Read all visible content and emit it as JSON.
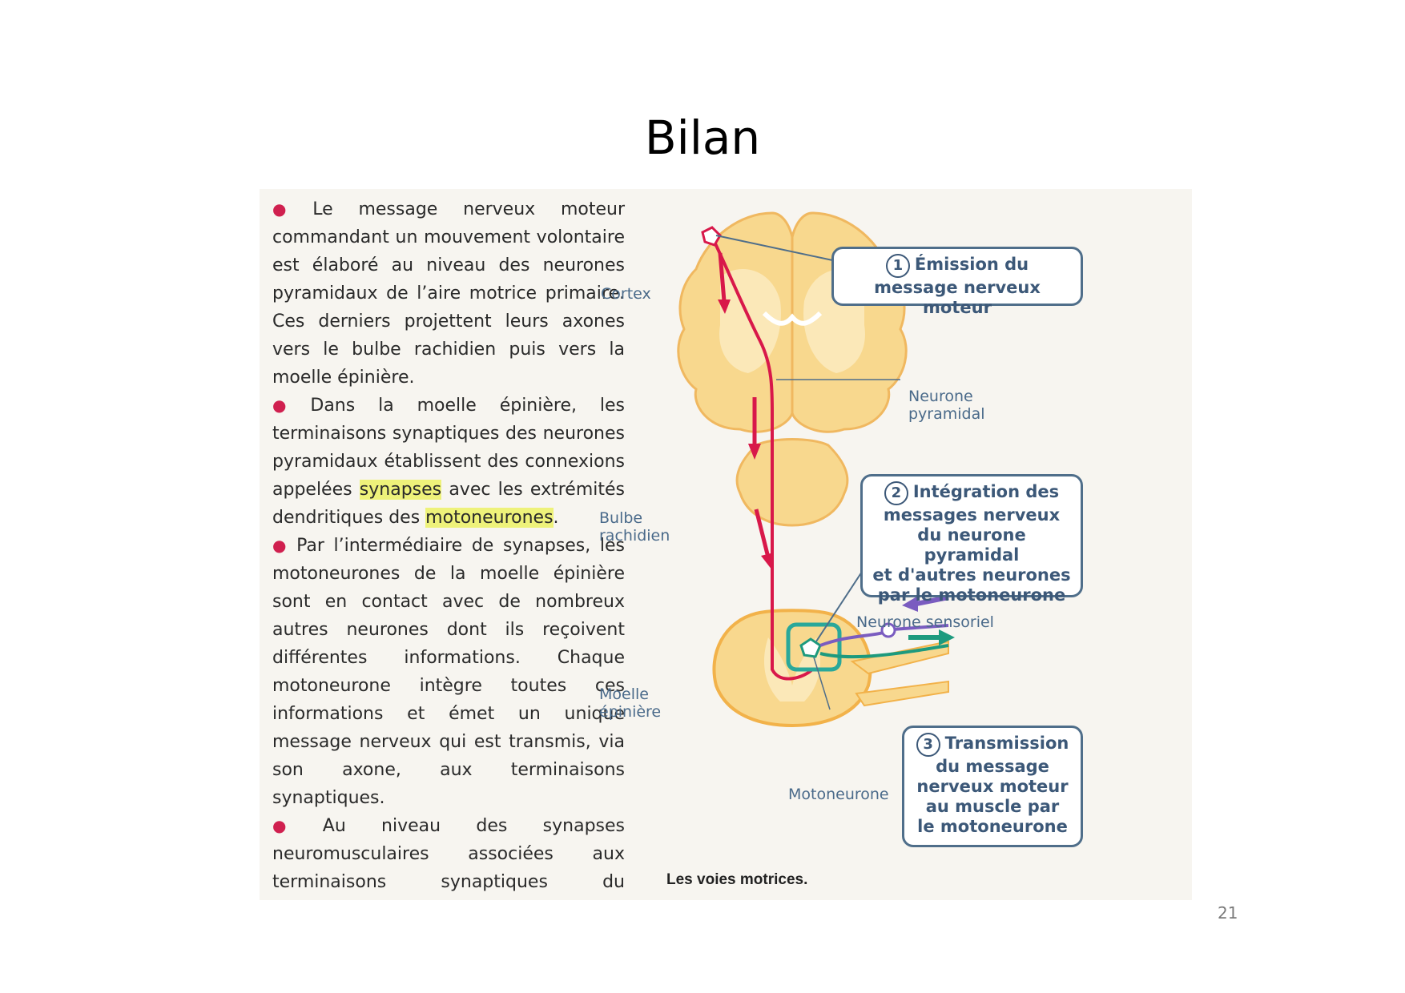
{
  "slide": {
    "title": "Bilan",
    "page_number": "21"
  },
  "text": {
    "p1": "Le message nerveux moteur commandant un mouvement volontaire est élaboré au niveau des neurones pyramidaux de l’aire motrice primaire. Ces derniers projettent leurs axones vers le bulbe rachidien puis vers la moelle épinière.",
    "p2_a": "Dans la moelle épinière, les terminaisons synaptiques des neurones pyramidaux établissent des connexions appelées ",
    "p2_hl1": "synapses",
    "p2_b": " avec les extrémités dendritiques des ",
    "p2_hl2": "motoneurones",
    "p2_c": ".",
    "p3": "Par l’intermédiaire de synapses, les motoneurones de la moelle épinière sont en contact avec de nombreux autres neurones dont ils reçoivent différentes informations. Chaque motoneurone intègre toutes ces informations et émet un unique message nerveux qui est transmis, via son axone, aux terminaisons synaptiques.",
    "p4": "Au niveau des synapses neuromusculaires associées aux terminaisons synaptiques du motoneurone, le message nerveux induit la contraction des fibres musculaires."
  },
  "figure": {
    "labels": {
      "cortex": "Cortex",
      "neurone_pyramidal_1": "Neurone",
      "neurone_pyramidal_2": "pyramidal",
      "bulbe_1": "Bulbe",
      "bulbe_2": "rachidien",
      "neurone_sensoriel": "Neurone sensoriel",
      "moelle_1": "Moelle",
      "moelle_2": "épinière",
      "motoneurone": "Motoneurone"
    },
    "boxes": {
      "b1_num": "1",
      "b1_l1": "Émission du",
      "b1_l2": "message nerveux moteur",
      "b2_num": "2",
      "b2_l1": "Intégration des",
      "b2_l2": "messages nerveux",
      "b2_l3": "du neurone pyramidal",
      "b2_l4": "et d'autres neurones",
      "b2_l5": "par le motoneurone",
      "b3_num": "3",
      "b3_l1": "Transmission",
      "b3_l2": "du message",
      "b3_l3": "nerveux moteur",
      "b3_l4": "au muscle par",
      "b3_l5": "le motoneurone"
    },
    "caption": "Les voies motrices.",
    "colors": {
      "tissue": "#f8d88e",
      "tissue_dark": "#f2b24a",
      "motor_pathway": "#d8184a",
      "sensory": "#7a5cc0",
      "motor_out": "#1d9a7e",
      "box_border": "#4f6e8a"
    }
  }
}
